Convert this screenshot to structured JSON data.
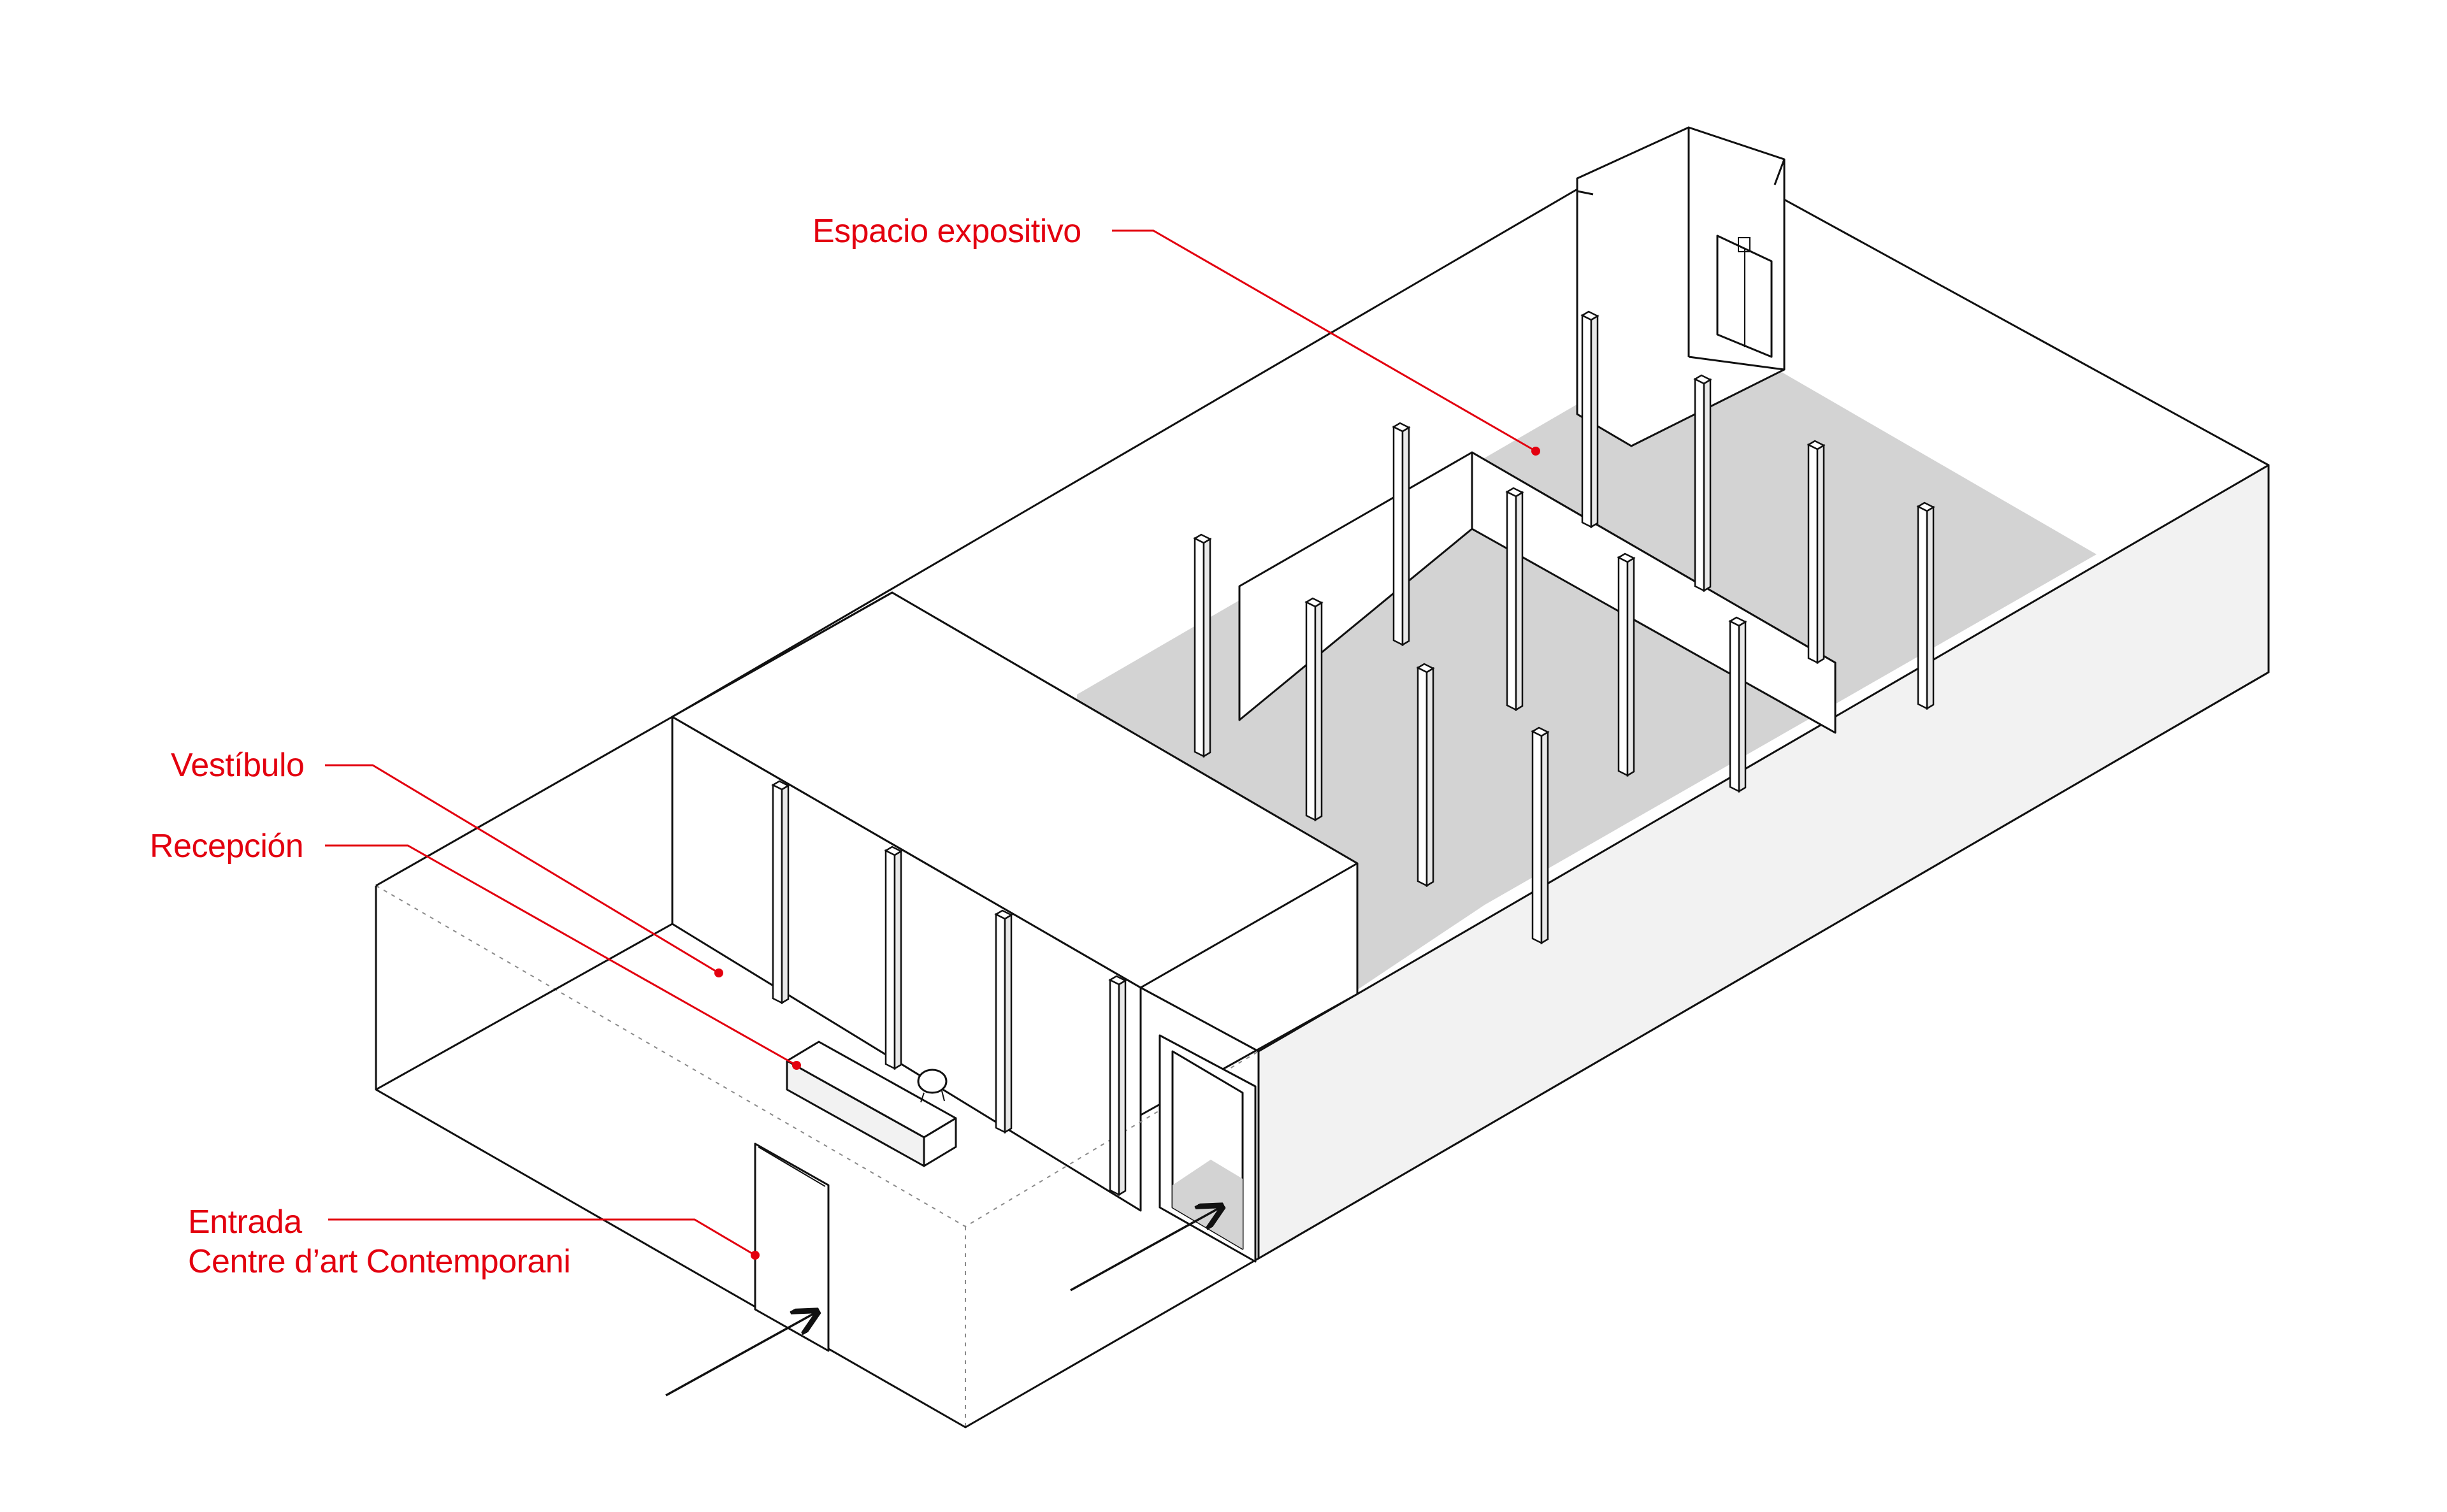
{
  "labels": {
    "espacio": "Espacio expositivo",
    "vestibulo": "Vestíbulo",
    "recepcion": "Recepción",
    "entrada_line1": "Entrada",
    "entrada_line2": "Centre d’art Contemporani"
  },
  "colors": {
    "label_red": "#e3000f",
    "line": "#111111",
    "floor_gray": "#d3d3d3",
    "wall_white": "#ffffff"
  }
}
